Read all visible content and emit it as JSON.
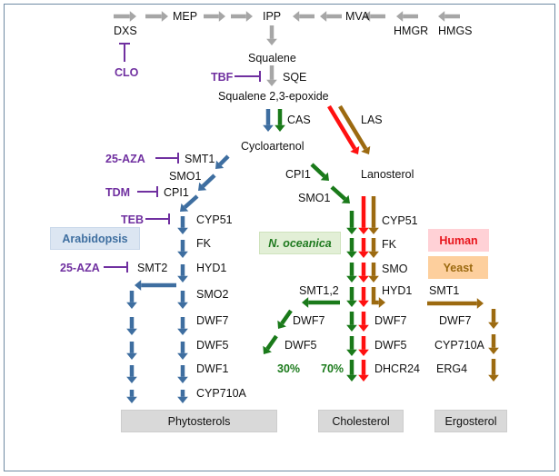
{
  "colors": {
    "precursor": "#a6a6a6",
    "plant": "#3e6ea0",
    "algae": "#1a7a1a",
    "human": "#ff1010",
    "yeast": "#9c6a10",
    "inhibitor": "#7030a0"
  },
  "precursor": {
    "MEP": "MEP",
    "IPP": "IPP",
    "MVA": "MVA",
    "DXS": "DXS",
    "HMGR": "HMGR",
    "HMGS": "HMGS",
    "Squalene": "Squalene",
    "SQE": "SQE",
    "Epoxide": "Squalene 2,3-epoxide",
    "CAS": "CAS",
    "LAS": "LAS",
    "Cycloartenol": "Cycloartenol",
    "Lanosterol": "Lanosterol"
  },
  "inhibitors": {
    "CLO": "CLO",
    "TBF": "TBF",
    "AZA1": "25-AZA",
    "TDM": "TDM",
    "TEB": "TEB",
    "AZA2": "25-AZA"
  },
  "plant_enzymes": {
    "SMT1": "SMT1",
    "SMO1": "SMO1",
    "CPI1": "CPI1",
    "CYP51": "CYP51",
    "FK": "FK",
    "HYD1": "HYD1",
    "SMT2": "SMT2",
    "SMO2": "SMO2",
    "DWF7": "DWF7",
    "DWF5": "DWF5",
    "DWF1": "DWF1",
    "CYP710A": "CYP710A"
  },
  "algae_enzymes": {
    "CPI1": "CPI1",
    "SMO1": "SMO1",
    "SMT12": "SMT1,2",
    "DWF7": "DWF7",
    "DWF5": "DWF5",
    "pct30": "30%",
    "pct70": "70%"
  },
  "shared_enzymes": {
    "CYP51": "CYP51",
    "FK": "FK",
    "SMO": "SMO",
    "HYD1": "HYD1",
    "DWF7": "DWF7",
    "DWF5": "DWF5",
    "DHCR24": "DHCR24"
  },
  "yeast_enzymes": {
    "SMT1": "SMT1",
    "DWF7": "DWF7",
    "CYP710A": "CYP710A",
    "ERG4": "ERG4"
  },
  "species": {
    "arabidopsis": "Arabidopsis",
    "noceanica": "N. oceanica",
    "human": "Human",
    "yeast": "Yeast"
  },
  "products": {
    "phytosterols": "Phytosterols",
    "cholesterol": "Cholesterol",
    "ergosterol": "Ergosterol"
  }
}
